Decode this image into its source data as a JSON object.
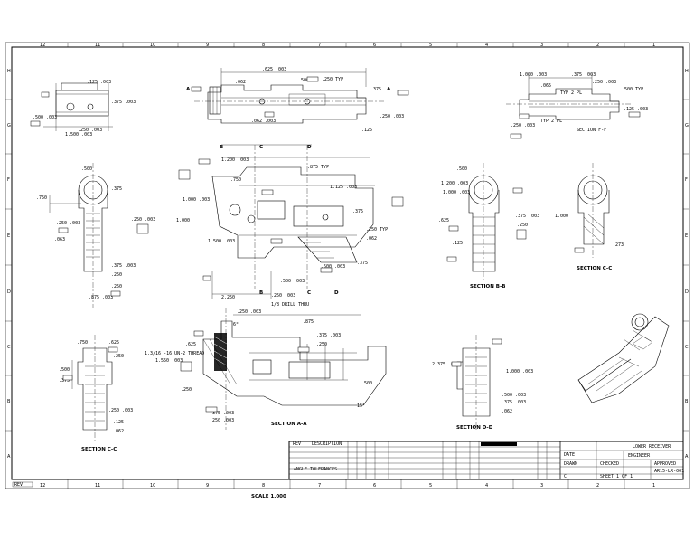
{
  "border": {
    "columns": [
      "12",
      "11",
      "10",
      "9",
      "8",
      "7",
      "6",
      "5",
      "4",
      "3",
      "2",
      "1"
    ],
    "rows": [
      "H",
      "G",
      "F",
      "E",
      "D",
      "C",
      "B",
      "A"
    ]
  },
  "views": {
    "section_a": "SECTION A-A",
    "section_b": "SECTION B-B",
    "section_c_right": "SECTION C-C",
    "section_c_left": "SECTION C-C",
    "section_d": "SECTION D-D",
    "scale_note": "SCALE 1.000"
  },
  "callouts": {
    "thread_note": "1.3/16 -16 UN-2 THREAD",
    "hole_note": "1/8 DRILL THRU",
    "angle_note": "6°",
    "angle_note2": "15°",
    "dim_625": ".625",
    "dim_500": ".500",
    "dim_250": ".250",
    "dim_375": ".375",
    "dim_1000": "1.000",
    "dim_273": ".273"
  },
  "title_block": {
    "company": "LOWER RECEIVER",
    "drawing_no": "AR15-LR-001",
    "sheet": "SHEET 1 OF 1",
    "size": "C"
  },
  "stamp": "REV"
}
